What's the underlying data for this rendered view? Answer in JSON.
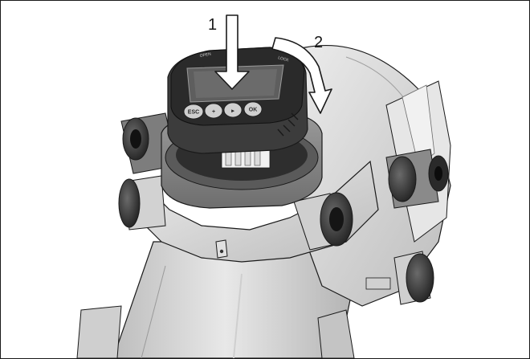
{
  "steps": {
    "press": "1",
    "rotate": "2"
  },
  "keys": {
    "esc": "ESC",
    "plus": "+",
    "arrow": "▸",
    "ok": "OK"
  },
  "bezel_marks": {
    "open": "OPEN",
    "lock": "LOCK"
  },
  "icons": {
    "press_arrow": "arrow-down-icon",
    "rotate_arrow": "rotate-clockwise-icon"
  },
  "colors": {
    "housing": "#d9d9d9",
    "housing_shadow": "#a9a9a9",
    "module": "#3c3c3c",
    "display": "#5a5a5a",
    "outline": "#1a1a1a",
    "arrow_fill": "#ffffff"
  }
}
